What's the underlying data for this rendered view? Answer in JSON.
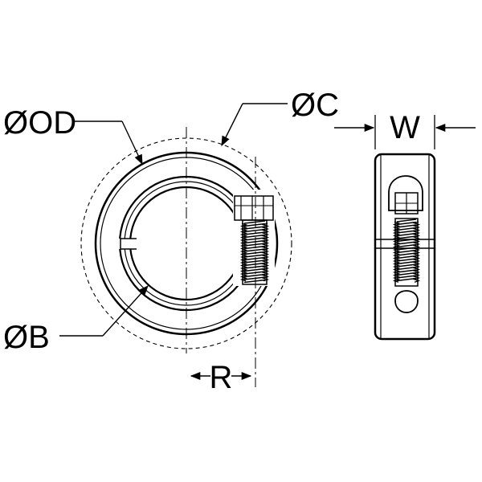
{
  "labels": {
    "od": "ØOD",
    "c": "ØC",
    "b": "ØB",
    "r": "R",
    "w": "W"
  },
  "colors": {
    "line": "#000000",
    "background": "#ffffff"
  }
}
